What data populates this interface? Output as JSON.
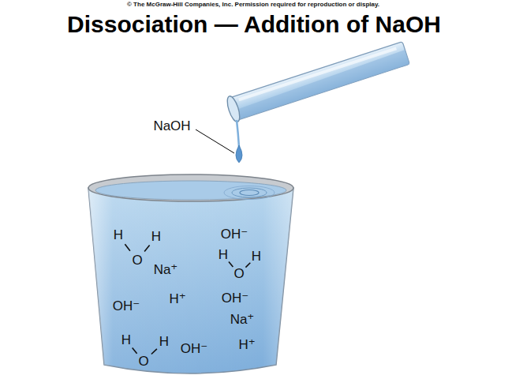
{
  "diagram": {
    "title": "Dissociation — Addition of NaOH",
    "labels": [
      "© The McGraw-Hill Companies, Inc. Permission required for reproduction or display.",
      "NaOH",
      "H",
      "H",
      "O",
      "OH⁻",
      "Na⁺",
      "H",
      "H",
      "O",
      "OH⁻",
      "H⁺",
      "OH⁻",
      "Na⁺",
      "H",
      "H",
      "O",
      "OH⁻",
      "H⁺"
    ]
  }
}
